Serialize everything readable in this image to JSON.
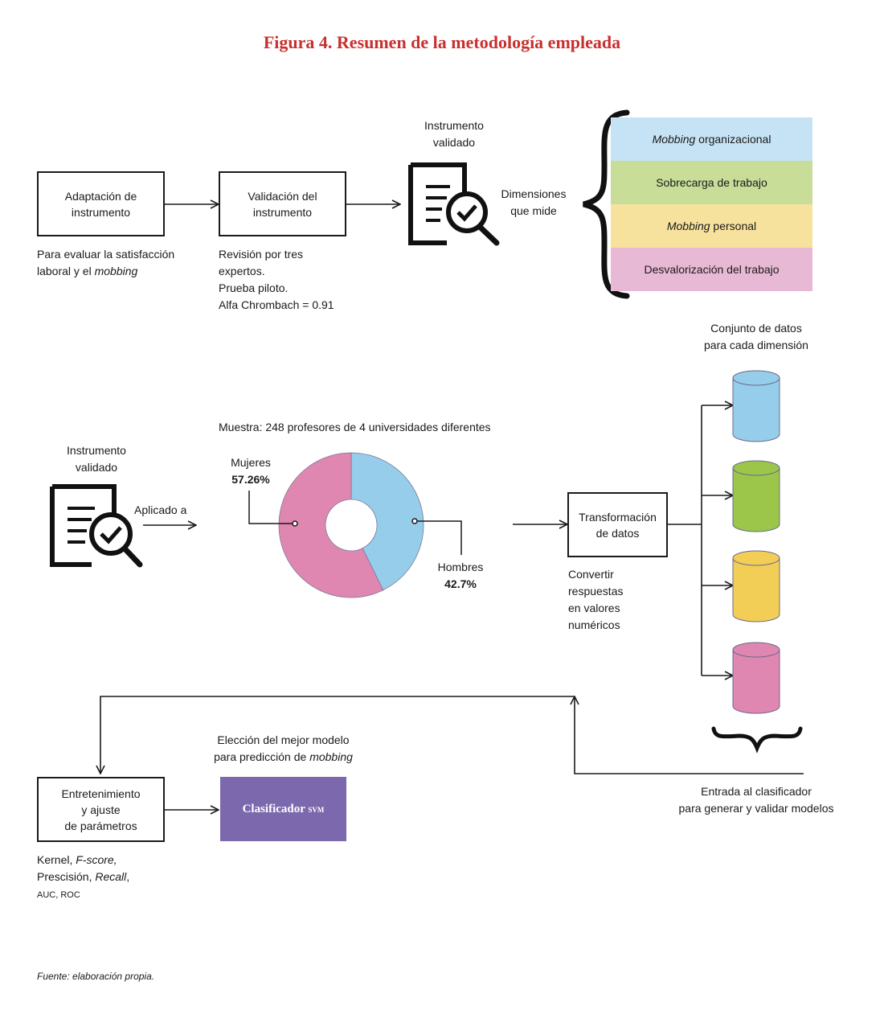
{
  "title": "Figura 4. Resumen de la metodología empleada",
  "colors": {
    "title": "#c8302f",
    "dim1": "#c5e3f4",
    "dim2": "#c7dd98",
    "dim3": "#f7e29d",
    "dim4": "#e8b9d4",
    "svm": "#7b68ad",
    "women": "#df87b0",
    "men": "#96cdea",
    "cyl_blue": "#96cdea",
    "cyl_green": "#9bc64a",
    "cyl_yellow": "#f3ce56",
    "cyl_pink": "#df87b0"
  },
  "row1": {
    "box1": [
      "Adaptación de",
      "instrumento"
    ],
    "box1_note": [
      "Para evaluar la satisfacción",
      "laboral y el ",
      "mobbing"
    ],
    "box2": [
      "Validación del",
      "instrumento"
    ],
    "box2_note": [
      "Revisión por tres",
      "expertos.",
      "Prueba piloto.",
      "Alfa Chrombach = 0.91"
    ],
    "instrument_label": [
      "Instrumento",
      "validado"
    ],
    "dimensions_label": [
      "Dimensiones",
      "que mide"
    ],
    "dimensions": [
      {
        "italic": "Mobbing",
        "rest": " organizacional"
      },
      {
        "italic": "",
        "rest": "Sobrecarga de trabajo"
      },
      {
        "italic": "Mobbing",
        "rest": " personal"
      },
      {
        "italic": "",
        "rest": "Desvalorización del trabajo"
      }
    ]
  },
  "row2": {
    "instrument_label": [
      "Instrumento",
      "validado"
    ],
    "applied_label": "Aplicado a",
    "sample_label": "Muestra: 248 profesores de 4 universidades diferentes",
    "women_label": "Mujeres",
    "women_pct": "57.26%",
    "men_label": "Hombres",
    "men_pct": "42.7%",
    "transform_box": [
      "Transformación",
      "de datos"
    ],
    "transform_note": [
      "Convertir",
      "respuestas",
      "en valores",
      "numéricos"
    ],
    "dataset_label": [
      "Conjunto de datos",
      "para cada dimensión"
    ]
  },
  "chart_data": {
    "type": "pie",
    "categories": [
      "Mujeres",
      "Hombres"
    ],
    "values": [
      57.26,
      42.7
    ]
  },
  "row3": {
    "box": [
      "Entretenimiento",
      "y ajuste",
      "de parámetros"
    ],
    "box_note": {
      "l1a": "Kernel, ",
      "l1b": "F-score,",
      "l2a": "Prescisión, ",
      "l2b": "Recall",
      "l2c": ",",
      "l3": "AUC, ROC"
    },
    "best_label": [
      "Elección del mejor modelo",
      "para predicción de ",
      "mobbing"
    ],
    "svm_label": "Clasificador",
    "svm_small": "svm",
    "input_label": [
      "Entrada al clasificador",
      "para generar y validar modelos"
    ]
  },
  "source": "Fuente: elaboración propia."
}
